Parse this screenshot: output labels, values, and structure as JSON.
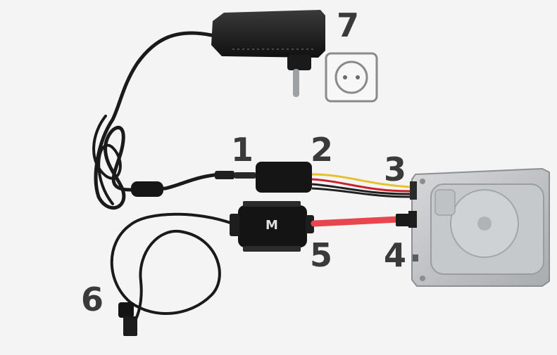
{
  "callouts": {
    "n1": "1",
    "n2": "2",
    "n3": "3",
    "n4": "4",
    "n5": "5",
    "n6": "6",
    "n7": "7"
  },
  "adapter_logo": "M",
  "colors": {
    "background": "#f4f4f4",
    "cable": "#1a1a1a",
    "sata_cable": "#e8464f",
    "wire_red": "#c8232c",
    "wire_yellow": "#e6c12c",
    "drive_body": "#b9bcbf",
    "callout_text": "#3a3a3a"
  }
}
